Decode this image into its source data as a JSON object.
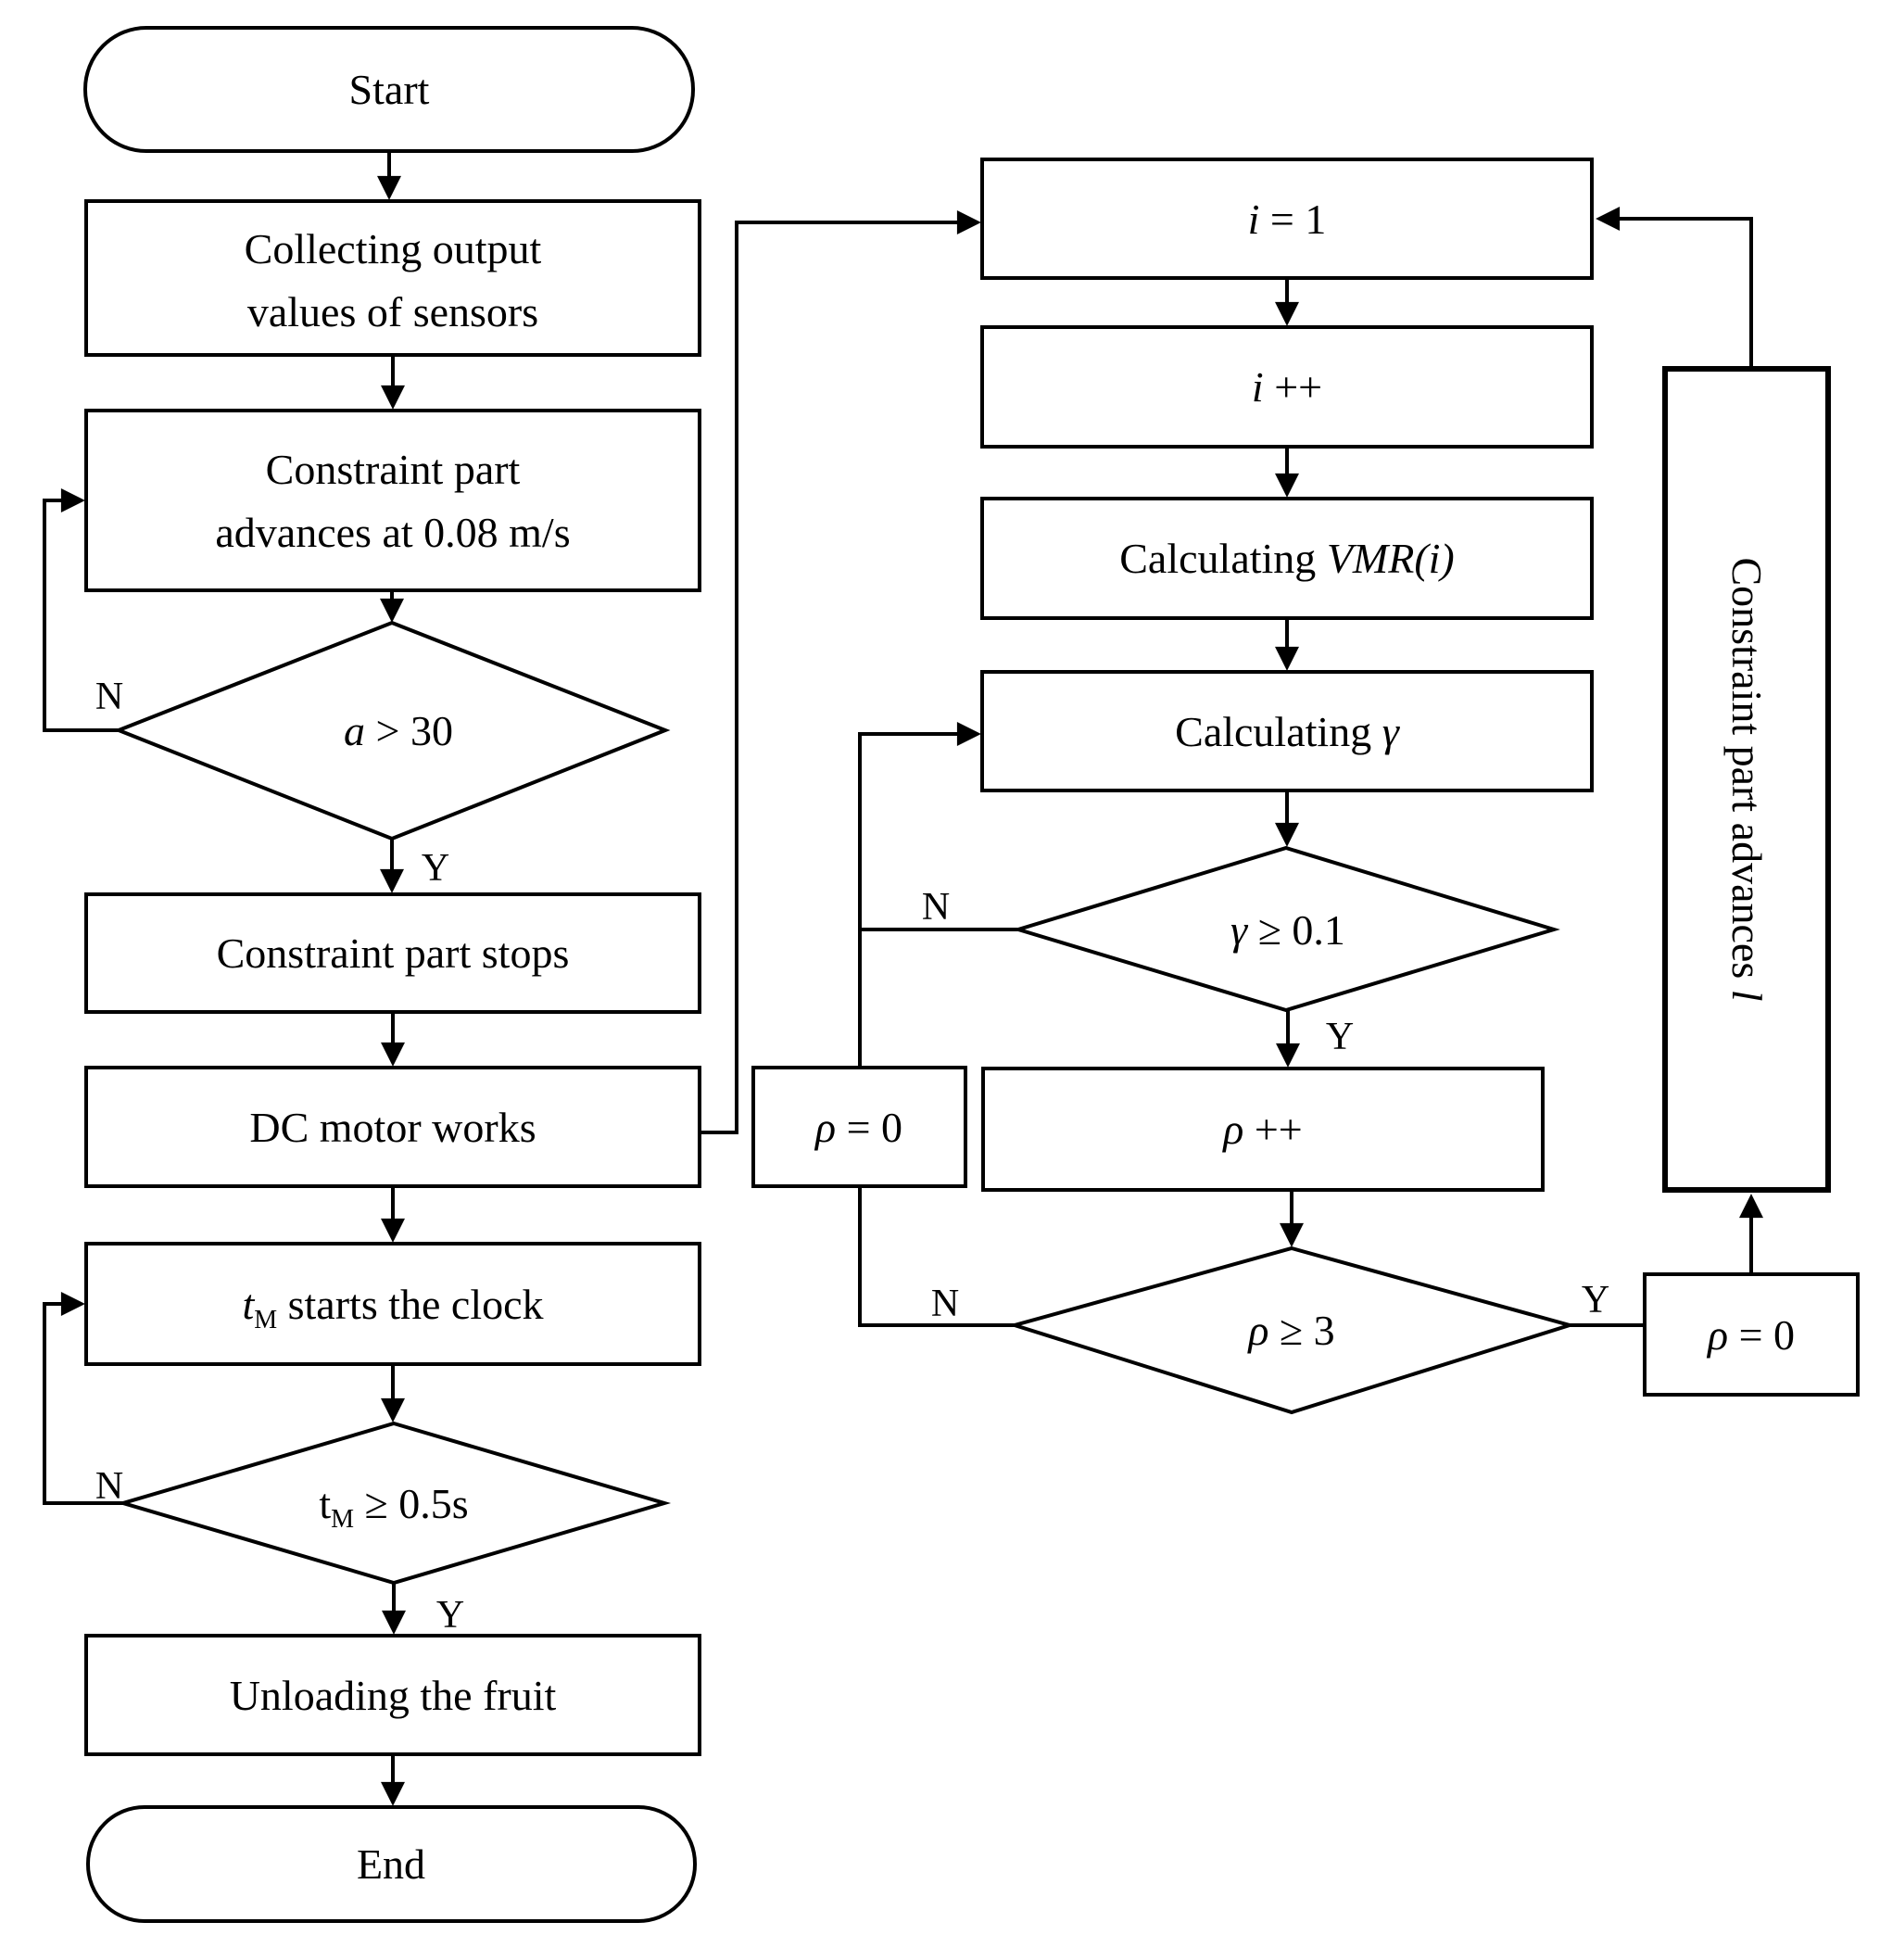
{
  "diagram": {
    "background_color": "#ffffff",
    "stroke_color": "#000000",
    "type": "flowchart"
  },
  "nodes": {
    "start": {
      "label": "Start"
    },
    "collecting": {
      "line1": "Collecting output",
      "line2": "values of  sensors"
    },
    "advances": {
      "line1": "Constraint part",
      "line2": "advances at 0.08 m/s"
    },
    "a_check": {
      "var": "a",
      "rest": " > 30"
    },
    "stops": {
      "label": "Constraint part stops"
    },
    "dc_motor": {
      "label": "DC motor works"
    },
    "tm_clock": {
      "var": "t",
      "sub": "M",
      "rest": " starts the clock"
    },
    "tm_check": {
      "var": "t",
      "sub": "M",
      "rest": " ≥ 0.5s"
    },
    "unloading": {
      "label": "Unloading the fruit"
    },
    "end": {
      "label": "End"
    },
    "i_init": {
      "var": "i",
      "rest": " = 1"
    },
    "i_inc": {
      "var": "i",
      "rest": " ++"
    },
    "calc_vmr": {
      "prefix": "Calculating ",
      "var": "VMR(i)"
    },
    "calc_gamma": {
      "prefix": "Calculating  ",
      "var": "γ"
    },
    "gamma_check": {
      "var": "γ",
      "rest": " ≥ 0.1"
    },
    "rho_inc": {
      "var": "ρ",
      "rest": " ++"
    },
    "rho_check": {
      "var": "ρ",
      "rest": " ≥ 3"
    },
    "rho_zero_left": {
      "var": "ρ",
      "rest": " = 0"
    },
    "rho_zero_right": {
      "var": "ρ",
      "rest": " = 0"
    },
    "advance_l": {
      "prefix": "Constraint part advances ",
      "var": "l"
    }
  },
  "labels": {
    "yes": "Y",
    "no": "N"
  }
}
